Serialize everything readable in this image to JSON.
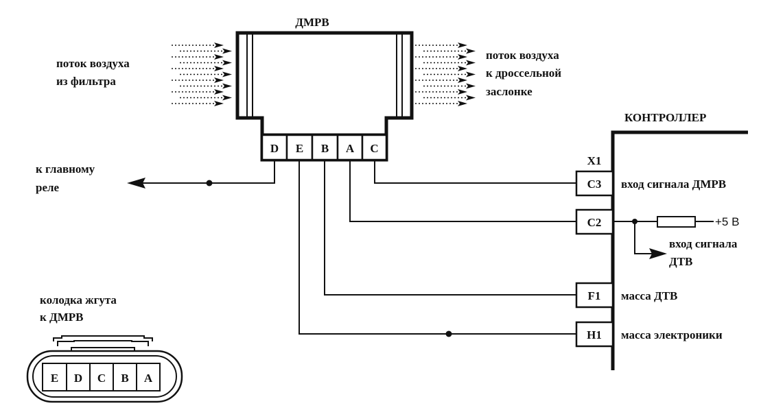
{
  "sensor": {
    "title": "ДМРВ",
    "pins": [
      "D",
      "E",
      "B",
      "A",
      "C"
    ]
  },
  "airflow": {
    "in_label": [
      "поток воздуха",
      "из фильтра"
    ],
    "out_label": [
      "поток воздуха",
      "к дроссельной",
      "заслонке"
    ]
  },
  "relay": {
    "label": [
      "к главному",
      "реле"
    ]
  },
  "controller": {
    "title": "КОНТРОЛЛЕР",
    "connector": "X1",
    "pins": [
      {
        "id": "C3",
        "label": "вход сигнала ДМРВ"
      },
      {
        "id": "C2",
        "label": ""
      },
      {
        "id": "F1",
        "label": "масса ДТВ"
      },
      {
        "id": "H1",
        "label": "масса электроники"
      }
    ],
    "supply": "+5 В",
    "dtv_signal": [
      "вход сигнала",
      "ДТВ"
    ]
  },
  "harness": {
    "label": [
      "колодка жгута",
      "к ДМРВ"
    ],
    "pins": [
      "E",
      "D",
      "C",
      "B",
      "A"
    ]
  }
}
